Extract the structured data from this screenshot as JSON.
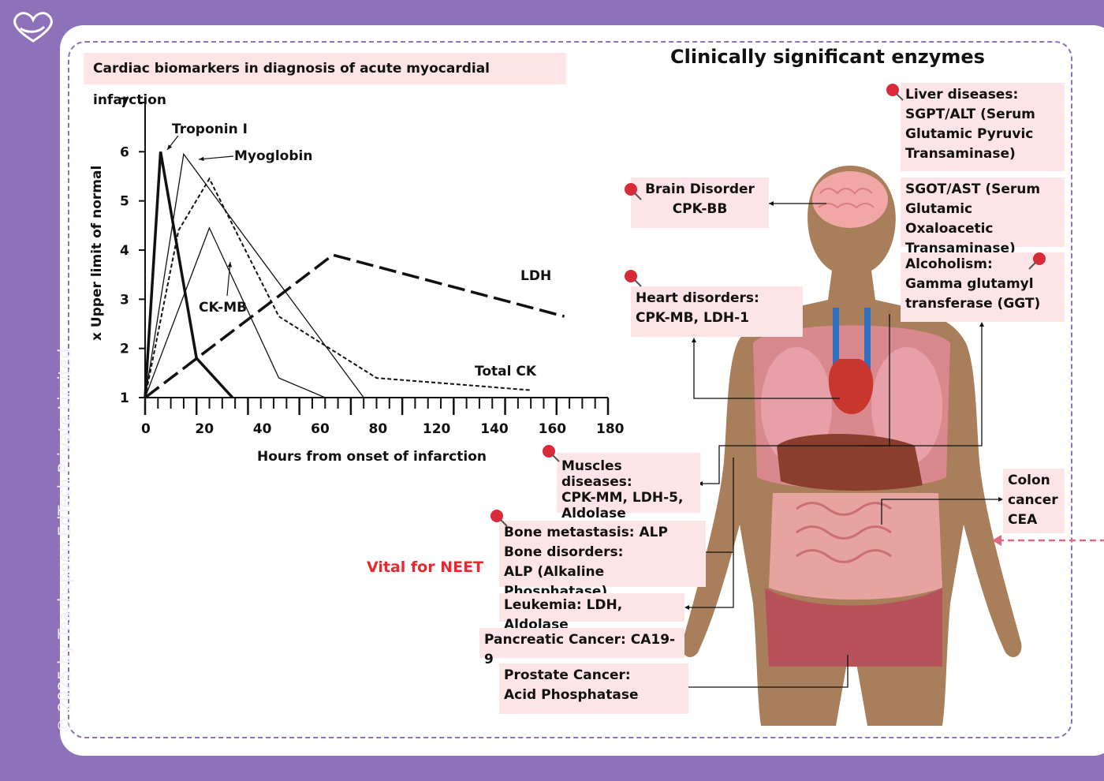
{
  "copyright": "© 2025 by Teachspoon EdTech Private Limited",
  "chart_title": "Cardiac biomarkers in diagnosis of acute myocardial infarction",
  "section_title": "Clinically significant enzymes",
  "vital_note": "Vital for NEET",
  "boxes": {
    "liver": [
      "Liver diseases:",
      "SGPT/ALT (Serum",
      "Glutamic Pyruvic",
      "Transaminase)"
    ],
    "sgot": [
      "SGOT/AST (Serum",
      "Glutamic Oxaloacetic",
      "Transaminase)"
    ],
    "alcohol": [
      "Alcoholism:",
      "Gamma glutamyl",
      "transferase (GGT)"
    ],
    "brain": [
      "Brain Disorder",
      "CPK-BB"
    ],
    "heart": [
      "Heart disorders:",
      "CPK-MB, LDH-1"
    ],
    "muscle": [
      "Muscles diseases:",
      "CPK-MM, LDH-5,",
      "Aldolase"
    ],
    "colon": [
      "Colon",
      "cancer",
      "CEA"
    ],
    "bone": [
      "Bone metastasis: ALP",
      "Bone disorders:",
      "ALP (Alkaline Phosphatase)"
    ],
    "leukemia": [
      "Leukemia: LDH, Aldolase"
    ],
    "pancreatic": [
      "Pancreatic Cancer: CA19-9"
    ],
    "prostate": [
      "Prostate Cancer:",
      "Acid Phosphatase"
    ]
  },
  "colors": {
    "background": "#8e72b9",
    "box": "#fde4e6",
    "accent_red": "#e8272f"
  },
  "chart_data": {
    "type": "line",
    "xlabel": "Hours from onset of infarction",
    "ylabel": "x Upper limit of normal",
    "xlim": [
      0,
      180
    ],
    "ylim": [
      1,
      7
    ],
    "x_ticks": [
      "0",
      "20",
      "40",
      "60",
      "80",
      "120",
      "140",
      "160",
      "180"
    ],
    "y_ticks": [
      "1",
      "2",
      "3",
      "4",
      "5",
      "6",
      "7"
    ],
    "series": [
      {
        "name": "Troponin I",
        "style": "thick",
        "points": [
          [
            0,
            1
          ],
          [
            6,
            6
          ],
          [
            20,
            1.8
          ],
          [
            34,
            1
          ]
        ]
      },
      {
        "name": "Myoglobin",
        "style": "thin",
        "points": [
          [
            0,
            1
          ],
          [
            15,
            5.95
          ],
          [
            85,
            1
          ]
        ]
      },
      {
        "name": "CK-MB",
        "style": "thin",
        "points": [
          [
            0,
            1
          ],
          [
            25,
            4.45
          ],
          [
            52,
            1.4
          ],
          [
            70,
            1
          ]
        ]
      },
      {
        "name": "Total CK",
        "style": "dotted",
        "points": [
          [
            0,
            1
          ],
          [
            13,
            4.4
          ],
          [
            25,
            5.45
          ],
          [
            52,
            2.65
          ],
          [
            90,
            1.4
          ],
          [
            150,
            1.15
          ]
        ]
      },
      {
        "name": "LDH",
        "style": "dashed",
        "points": [
          [
            0,
            1
          ],
          [
            73,
            3.9
          ],
          [
            163,
            2.65
          ]
        ]
      }
    ]
  }
}
